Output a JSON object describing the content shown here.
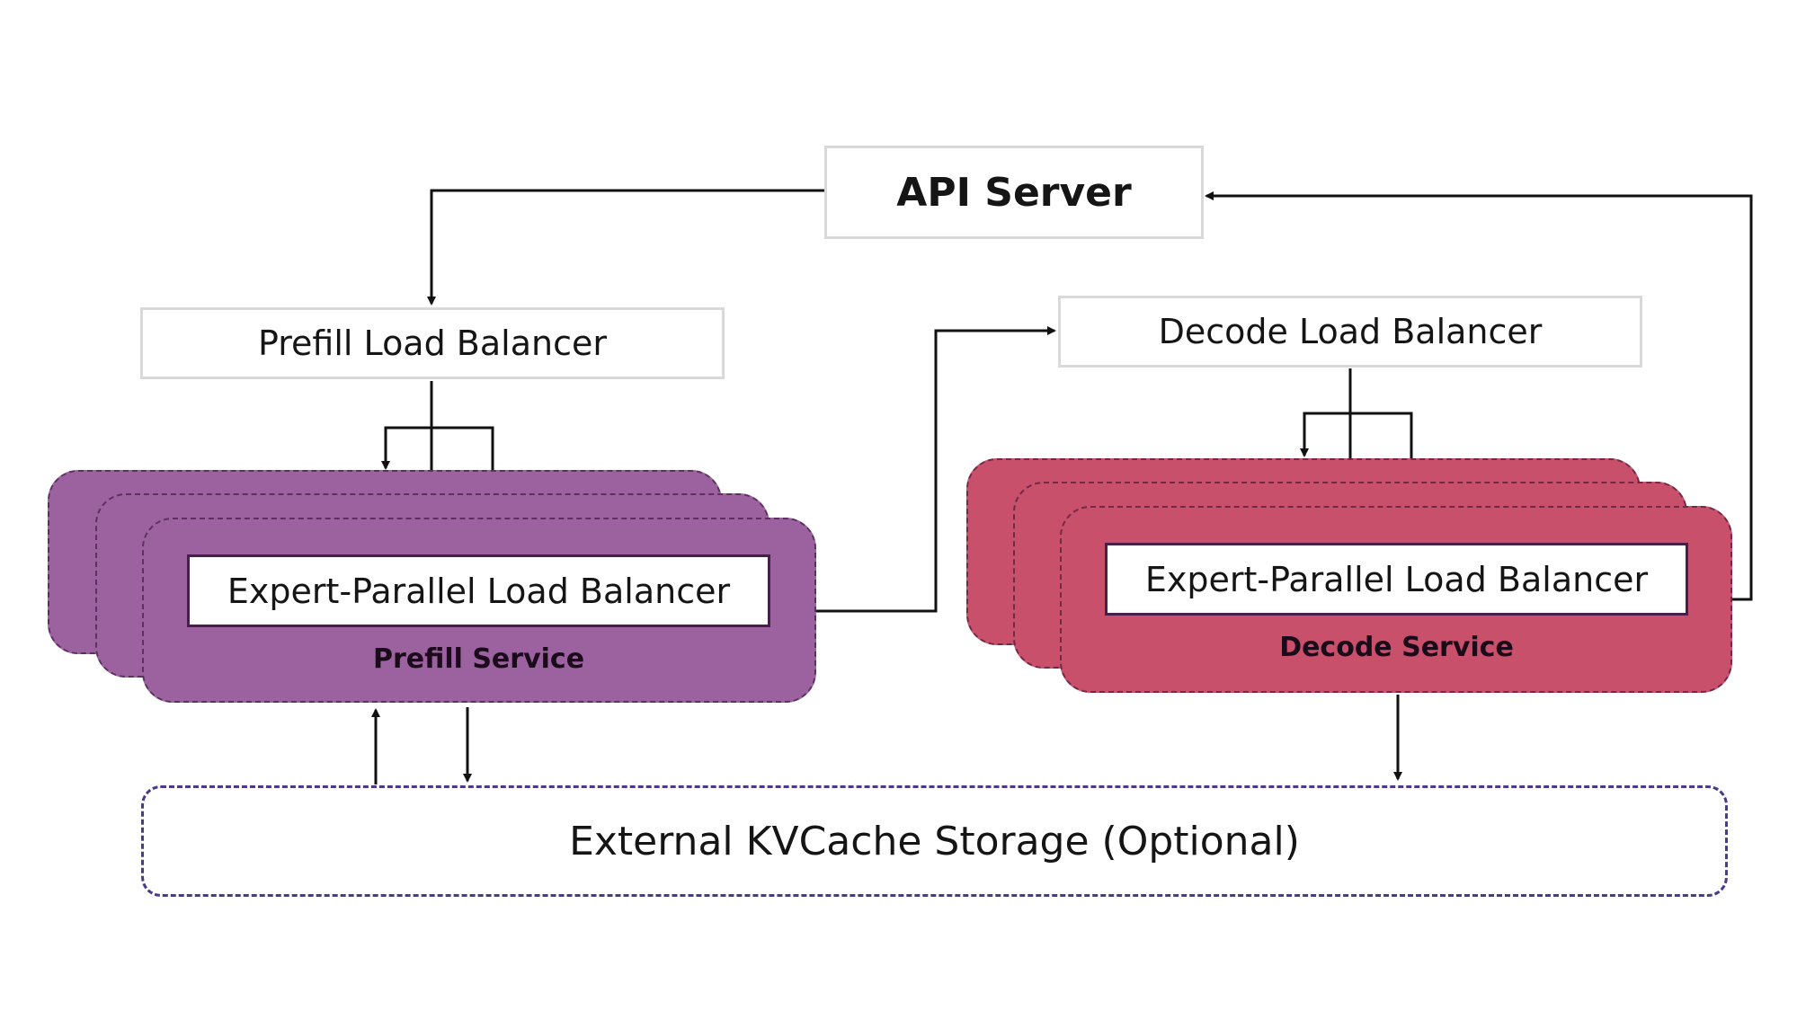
{
  "api_server": {
    "label": "API Server"
  },
  "prefill_lb": {
    "label": "Prefill Load Balancer"
  },
  "decode_lb": {
    "label": "Decode Load Balancer"
  },
  "prefill_service": {
    "ep_label": "Expert-Parallel Load Balancer",
    "service_label": "Prefill Service",
    "color": "#9c62a0"
  },
  "decode_service": {
    "ep_label": "Expert-Parallel Load Balancer",
    "service_label": "Decode Service",
    "color": "#c9506a"
  },
  "kv_storage": {
    "label": "External KVCache Storage (Optional)",
    "border_color": "#4b3a8c"
  }
}
